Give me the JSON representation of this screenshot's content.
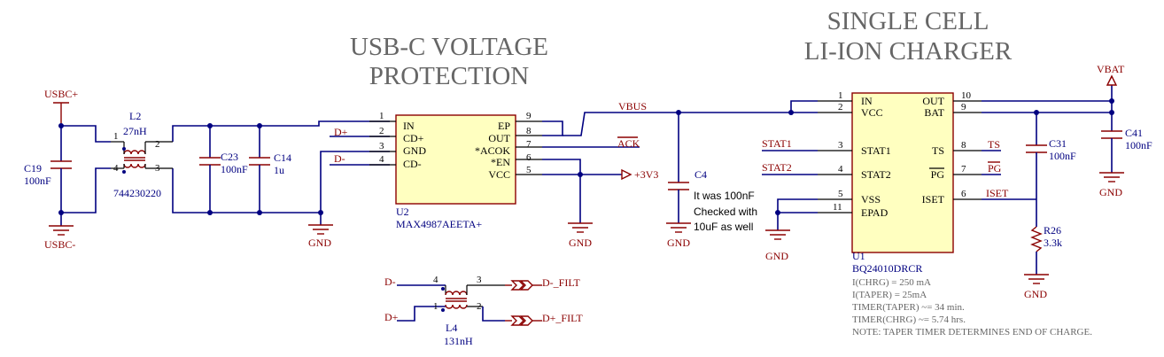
{
  "titles": {
    "usb_protection": [
      "USB-C VOLTAGE",
      "PROTECTION"
    ],
    "charger": [
      "SINGLE CELL",
      "LI-ION CHARGER"
    ]
  },
  "nets": {
    "usbc_plus": "USBC+",
    "usbc_minus": "USBC-",
    "gnd": "GND",
    "d_plus": "D+",
    "d_minus": "D-",
    "vbus": "VBUS",
    "ack": "ACK",
    "v3v3": "+3V3",
    "vbat": "VBAT",
    "stat1": "STAT1",
    "stat2": "STAT2",
    "ts": "TS",
    "pg": "PG",
    "iset": "ISET",
    "d_minus_filt": "D-_FILT",
    "d_plus_filt": "D+_FILT"
  },
  "components": {
    "l2": {
      "ref": "L2",
      "value": "27nH",
      "part": "744230220",
      "pins": [
        "1",
        "2",
        "4",
        "3"
      ]
    },
    "c19": {
      "ref": "C19",
      "value": "100nF"
    },
    "c23": {
      "ref": "C23",
      "value": "100nF"
    },
    "c14": {
      "ref": "C14",
      "value": "1u"
    },
    "c4": {
      "ref": "C4",
      "note": [
        "It was 100nF",
        "Checked with",
        "10uF as well"
      ]
    },
    "c31": {
      "ref": "C31",
      "value": "100nF"
    },
    "c41": {
      "ref": "C41",
      "value": "100nF"
    },
    "r26": {
      "ref": "R26",
      "value": "3.3k"
    },
    "l4": {
      "ref": "L4",
      "value": "131nH",
      "pins": [
        "4",
        "3",
        "1",
        "2"
      ]
    },
    "u2": {
      "ref": "U2",
      "part": "MAX4987AEETA+",
      "left_pins": [
        {
          "num": "1",
          "name": "IN"
        },
        {
          "num": "2",
          "name": "CD+"
        },
        {
          "num": "3",
          "name": "GND"
        },
        {
          "num": "4",
          "name": "CD-"
        }
      ],
      "right_pins": [
        {
          "num": "9",
          "name": "EP"
        },
        {
          "num": "8",
          "name": "OUT"
        },
        {
          "num": "7",
          "name": "*ACOK"
        },
        {
          "num": "6",
          "name": "*EN"
        },
        {
          "num": "5",
          "name": "VCC"
        }
      ]
    },
    "u1": {
      "ref": "U1",
      "part": "BQ24010DRCR",
      "left_pins": [
        {
          "num": "1",
          "name": "IN"
        },
        {
          "num": "2",
          "name": "VCC"
        },
        {
          "num": "3",
          "name": "STAT1"
        },
        {
          "num": "4",
          "name": "STAT2"
        },
        {
          "num": "5",
          "name": "VSS"
        },
        {
          "num": "11",
          "name": "EPAD"
        }
      ],
      "right_pins": [
        {
          "num": "10",
          "name": "OUT"
        },
        {
          "num": "9",
          "name": "BAT"
        },
        {
          "num": "8",
          "name": "TS"
        },
        {
          "num": "7",
          "name": "PG"
        },
        {
          "num": "6",
          "name": "ISET"
        }
      ],
      "notes": [
        "I(CHRG) = 250 mA",
        "I(TAPER) = 25mA",
        "TIMER(TAPER) ~= 34 min.",
        "TIMER(CHRG) ~= 5.74 hrs.",
        "NOTE: TAPER TIMER DETERMINES END OF CHARGE."
      ]
    }
  },
  "colors": {
    "wire": "#000080",
    "component": "#8b0000",
    "chip_fill": "#ffffc0",
    "title": "#666666"
  }
}
